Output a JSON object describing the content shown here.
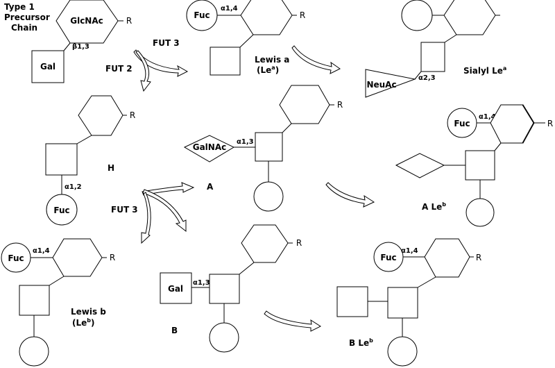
{
  "precursor": {
    "title_line1": "Type 1",
    "title_line2": "Precursor",
    "title_line3": "Chain",
    "glcnac": "GlcNAc",
    "gal": "Gal",
    "linkage": "β1,3",
    "r": "R"
  },
  "enzymes": {
    "fut3_top": "FUT 3",
    "fut2": "FUT 2",
    "fut3_bottom": "FUT 3"
  },
  "lewis_a": {
    "name_line1": "Lewis a",
    "name_line2": "(Le",
    "superscript": "a",
    "name_close": ")",
    "fuc": "Fuc",
    "linkage": "α1,4",
    "r": "R"
  },
  "sialyl_lea": {
    "name": "Sialyl Le",
    "superscript": "a",
    "neuac": "NeuAc",
    "linkage": "α2,3"
  },
  "h": {
    "name": "H",
    "fuc": "Fuc",
    "linkage": "α1,2",
    "r": "R"
  },
  "a": {
    "name": "A",
    "galnac": "GalNAc",
    "linkage": "α1,3",
    "r": "R"
  },
  "a_leb": {
    "name": "A Le",
    "superscript": "b",
    "fuc": "Fuc",
    "linkage": "α1,4",
    "r": "R"
  },
  "lewis_b": {
    "name_line1": "Lewis b",
    "name_line2": "(Le",
    "superscript": "b",
    "name_close": ")",
    "fuc": "Fuc",
    "linkage": "α1,4",
    "r": "R"
  },
  "b": {
    "name": "B",
    "gal": "Gal",
    "linkage": "α1,3",
    "r": "R"
  },
  "b_leb": {
    "name": "B Le",
    "superscript": "b",
    "fuc": "Fuc",
    "linkage": "α1,4",
    "r": "R"
  }
}
